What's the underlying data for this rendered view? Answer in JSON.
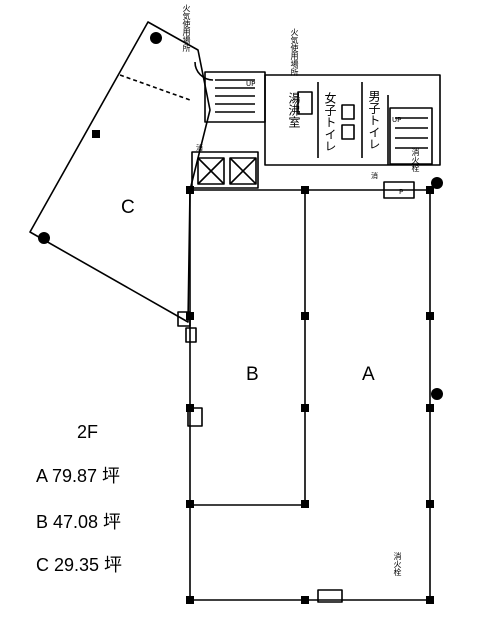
{
  "floor": {
    "label": "2F"
  },
  "units": [
    {
      "name": "A",
      "area_line": "A 79.87 坪"
    },
    {
      "name": "B",
      "area_line": "B 47.08 坪"
    },
    {
      "name": "C",
      "area_line": "C 29.35 坪"
    }
  ],
  "rooms": {
    "womens_toilet": "女子トイレ",
    "mens_toilet": "男子トイレ",
    "kitchenette": "湯沸室",
    "fire_area_1": "火気使用場所",
    "fire_area_2": "火気使用場所",
    "hydrant_1": "消火栓",
    "hydrant_2": "消火栓",
    "extinguisher_1": "消",
    "extinguisher_2": "消",
    "stair_up_1": "UP",
    "stair_up_2": "UP",
    "parking_marker": "P"
  }
}
